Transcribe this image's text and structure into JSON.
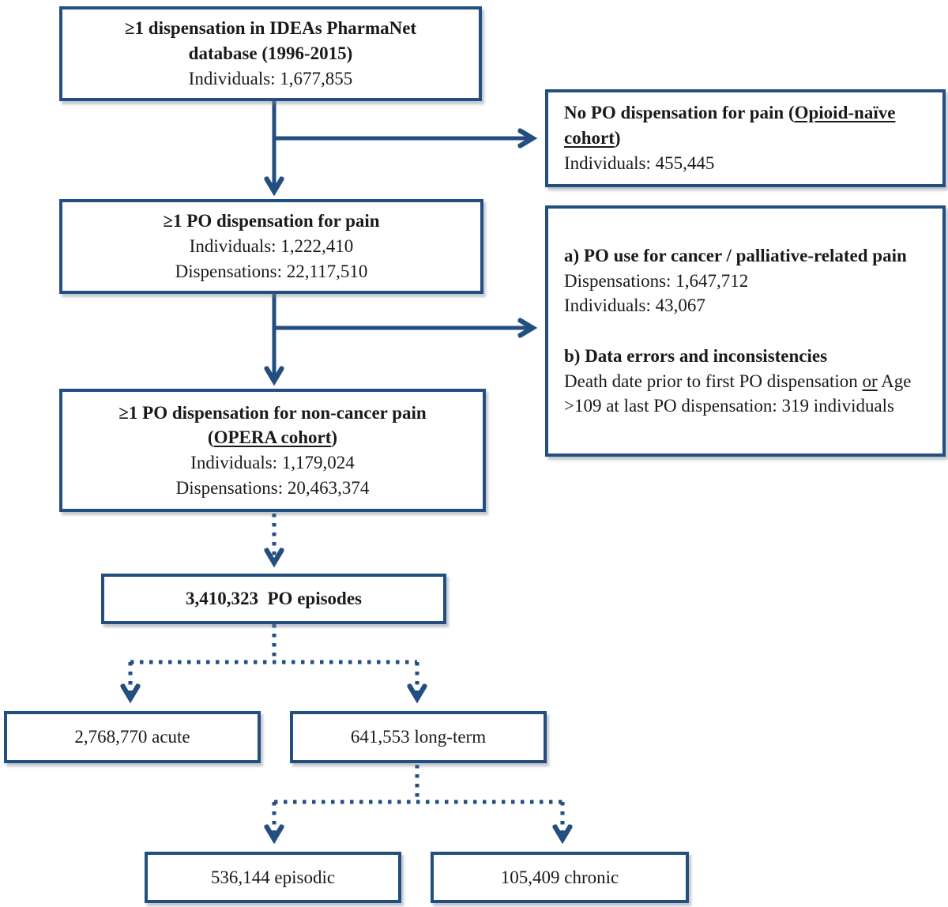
{
  "colors": {
    "line": "#234f80",
    "text": "#1a1a1a",
    "box_background": "#ffffff"
  },
  "source": {
    "line1": "≥1 dispensation in IDEAs PharmaNet",
    "line2": "database (1996-2015)",
    "individuals": "Individuals: 1,677,855"
  },
  "opioid_naive": {
    "title_prefix": "No PO dispensation for pain (",
    "title_underlined": "Opioid-naïve cohort",
    "title_suffix": ")",
    "individuals": "Individuals: 455,445"
  },
  "po_pain": {
    "title": "≥1 PO dispensation for pain",
    "individuals": "Individuals: 1,222,410",
    "dispensations": "Dispensations: 22,117,510"
  },
  "exclusions": {
    "a_title": "a) PO use for cancer / palliative-related pain",
    "a_dispensations": "Dispensations: 1,647,712",
    "a_individuals": "Individuals: 43,067",
    "b_title": "b) Data errors and inconsistencies",
    "b_text_prefix": "Death date prior to first PO dispensation ",
    "b_text_underlined": "or",
    "b_text_suffix": " Age >109 at last PO dispensation: 319 individuals"
  },
  "opera": {
    "title": "≥1 PO dispensation for non-cancer pain",
    "cohort_prefix": "(",
    "cohort_underlined": "OPERA cohort",
    "cohort_suffix": ")",
    "individuals": "Individuals: 1,179,024",
    "dispensations": "Dispensations: 20,463,374"
  },
  "episodes": {
    "label": "3,410,323  PO episodes"
  },
  "acute": {
    "label": "2,768,770 acute"
  },
  "long_term": {
    "label": "641,553 long-term"
  },
  "episodic": {
    "label": "536,144 episodic"
  },
  "chronic": {
    "label": "105,409 chronic"
  }
}
